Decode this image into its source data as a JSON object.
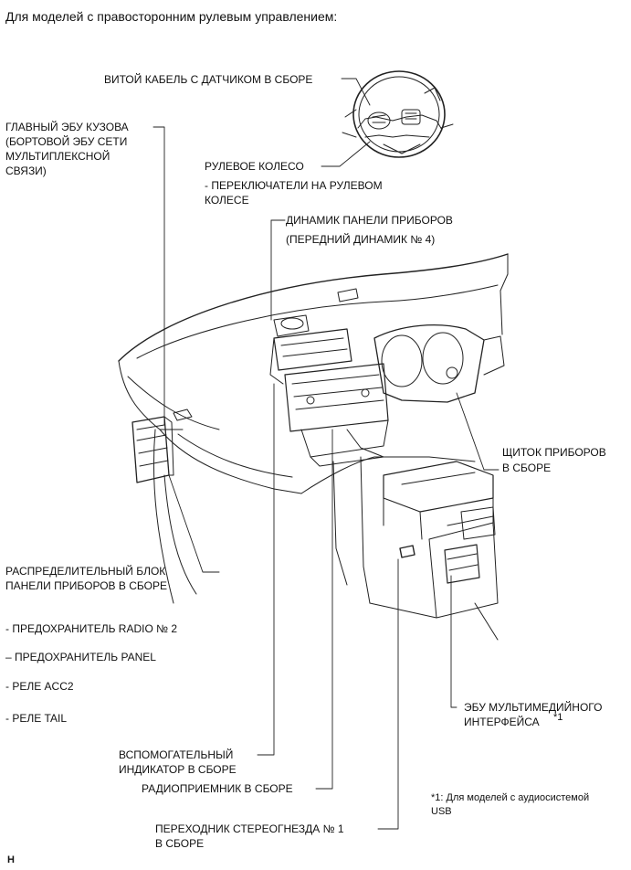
{
  "header": "Для моделей с правосторонним рулевым управлением:",
  "labels": {
    "spiral_cable": "ВИТОЙ КАБЕЛЬ С ДАТЧИКОМ В СБОРЕ",
    "main_body_ecu_1": "ГЛАВНЫЙ ЭБУ КУЗОВА",
    "main_body_ecu_2": "(БОРТОВОЙ ЭБУ СЕТИ",
    "main_body_ecu_3": "МУЛЬТИПЛЕКСНОЙ",
    "main_body_ecu_4": "СВЯЗИ)",
    "steering_wheel": "РУЛЕВОЕ КОЛЕСО",
    "steering_switches_1": "- ПЕРЕКЛЮЧАТЕЛИ НА РУЛЕВОМ",
    "steering_switches_2": "КОЛЕСЕ",
    "speaker_1": "ДИНАМИК ПАНЕЛИ ПРИБОРОВ",
    "speaker_2": "(ПЕРЕДНИЙ ДИНАМИК № 4)",
    "combination_meter_1": "ЩИТОК ПРИБОРОВ",
    "combination_meter_2": "В СБОРЕ",
    "junction_block_1": "РАСПРЕДЕЛИТЕЛЬНЫЙ БЛОК",
    "junction_block_2": "ПАНЕЛИ ПРИБОРОВ В СБОРЕ",
    "fuse_radio": "- ПРЕДОХРАНИТЕЛЬ RADIO № 2",
    "fuse_panel": "– ПРЕДОХРАНИТЕЛЬ PANEL",
    "relay_acc2": "- РЕЛЕ ACC2",
    "relay_tail": "- РЕЛЕ TAIL",
    "multimedia_ecu_1": "ЭБУ МУЛЬТИМЕДИЙНОГО",
    "multimedia_ecu_2": "ИНТЕРФЕЙСА",
    "multimedia_ecu_note": "*1",
    "aux_indicator_1": "ВСПОМОГАТЕЛЬНЫЙ",
    "aux_indicator_2": "ИНДИКАТОР В СБОРЕ",
    "radio_receiver": "РАДИОПРИЕМНИК В СБОРЕ",
    "stereo_jack_1": "ПЕРЕХОДНИК СТЕРЕОГНЕЗДА № 1",
    "stereo_jack_2": "В СБОРЕ",
    "footnote_1": "*1: Для моделей с аудиосистемой",
    "footnote_2": "USB",
    "corner_mark": "H"
  },
  "colors": {
    "ink": "#111111",
    "line": "#222222"
  }
}
